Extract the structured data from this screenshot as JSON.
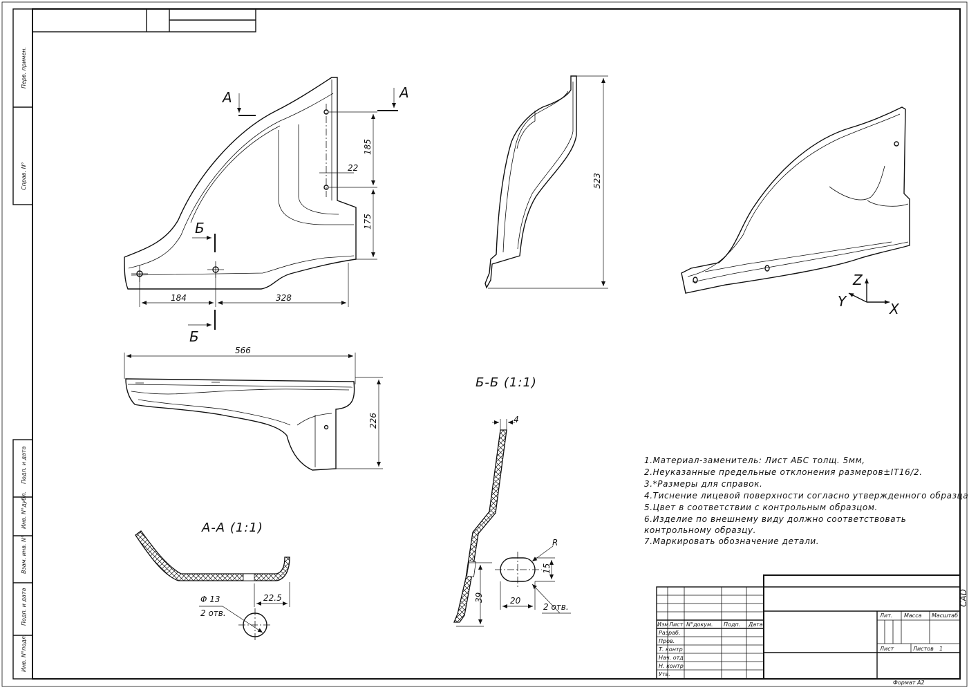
{
  "dimensions": {
    "d185": "185",
    "d22": "22",
    "d175": "175",
    "d184": "184",
    "d328": "328",
    "d523": "523",
    "d566": "566",
    "d226": "226",
    "d4": "4",
    "d15": "15",
    "d20": "20",
    "d39": "39",
    "d22_5": "22.5",
    "phi13": "Φ 13",
    "holes_aa": "2 отв.",
    "holes_bb": "2 отв.",
    "radius": "R"
  },
  "labels": {
    "cut_a_left": "A",
    "cut_a_right": "A",
    "cut_b_top": "Б",
    "cut_b_bottom": "Б",
    "section_aa": "A-A (1:1)",
    "section_bb": "Б-Б (1:1)",
    "axis_z": "Z",
    "axis_y": "Y",
    "axis_x": "X"
  },
  "notes": [
    "1.Материал-заменитель: Лист АБС толщ. 5мм,",
    "2.Неуказанные предельные отклонения размеров±IT16/2.",
    "3.*Размеры для справок.",
    "4.Тиснение лицевой поверхности согласно утвержденного образца.",
    "5.Цвет в соответствии с контрольным образцом.",
    "6.Изделие по внешнему виду должно соответствовать",
    "контрольному образцу.",
    "7.Маркировать обозначение детали."
  ],
  "side_stamp": {
    "perv_primen": "Перв. примен.",
    "sprav_no": "Справ. N°",
    "podp_data_1": "Подп. и дата",
    "inv_dubl": "Инв. N°дубл.",
    "vzam_inv": "Взам. инв. N°",
    "podp_data_2": "Подп. и дата",
    "inv_podl": "Инв. N°подл."
  },
  "title_block": {
    "col_izm": "Изм",
    "col_list": "Лист",
    "col_ndokum": "N°докум.",
    "col_podp": "Подп.",
    "col_data": "Дата",
    "razrab": "Разраб.",
    "prov": "Пров.",
    "t_kontr": "Т. контр",
    "nach_otd": "Нач. отд",
    "n_kontr": "Н. контр",
    "utv": "Утв.",
    "lit": "Лит.",
    "massa": "Масса",
    "masshtab": "Масштаб",
    "list": "Лист",
    "listov": "Листов",
    "listov_value": "1",
    "format": "Формат A2",
    "cad": "CAD"
  }
}
